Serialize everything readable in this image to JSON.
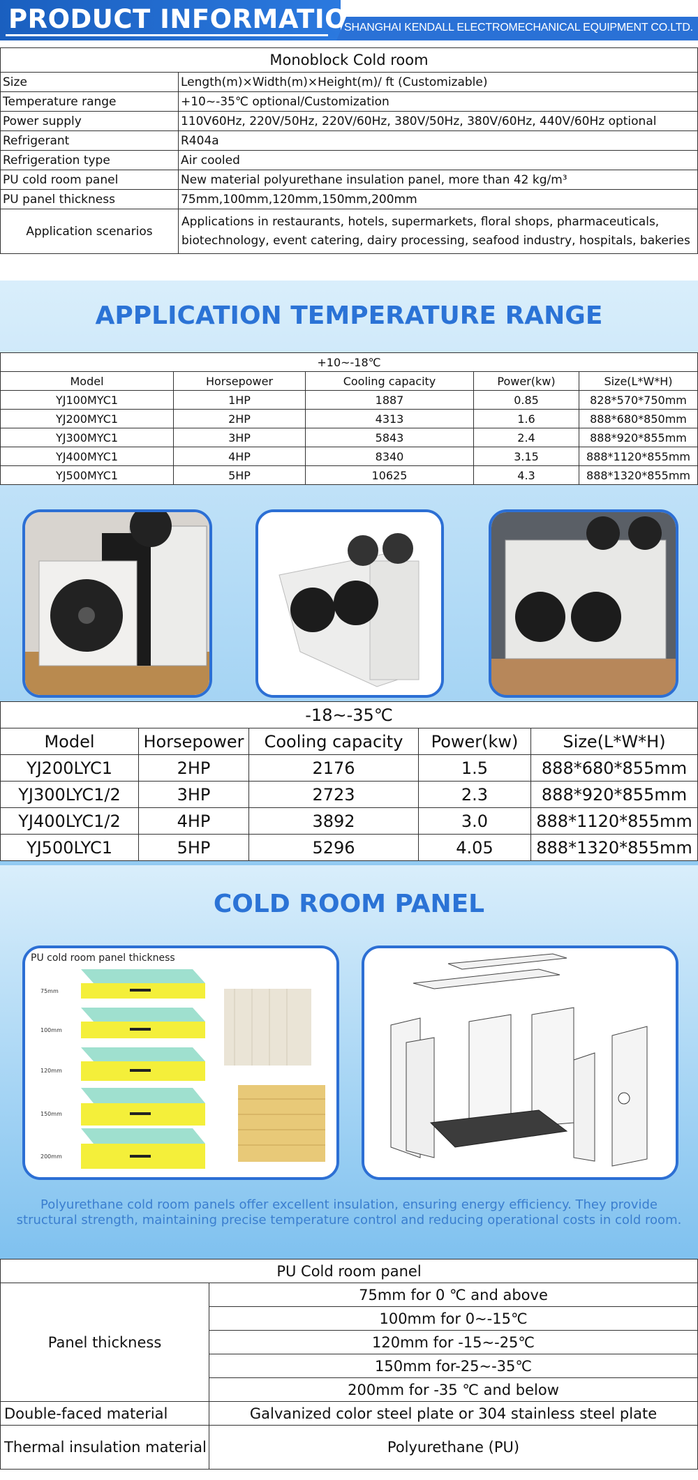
{
  "header": {
    "title": "PRODUCT INFORMATION",
    "company": "SHANGHAI KENDALL ELECTROMECHANICAL EQUIPMENT CO.LTD."
  },
  "spec": {
    "caption": "Monoblock  Cold room",
    "rows": [
      {
        "label": "Size",
        "value": "Length(m)×Width(m)×Height(m)/ ft (Customizable)"
      },
      {
        "label": "Temperature range",
        "value": "+10~-35℃ optional/Customization"
      },
      {
        "label": "Power supply",
        "value": "110V60Hz, 220V/50Hz, 220V/60Hz, 380V/50Hz, 380V/60Hz, 440V/60Hz optional"
      },
      {
        "label": "Refrigerant",
        "value": "R404a"
      },
      {
        "label": "Refrigeration type",
        "value": "Air cooled"
      },
      {
        "label": "PU cold room panel",
        "value": "New material polyurethane insulation panel, more than 42 kg/m³"
      },
      {
        "label": "PU panel thickness",
        "value": "75mm,100mm,120mm,150mm,200mm"
      }
    ],
    "app_label": "Application scenarios",
    "app_text": "Applications in restaurants, hotels, supermarkets, floral shops, pharmaceuticals, biotechnology, event catering, dairy processing, seafood industry, hospitals, bakeries"
  },
  "section_temp_title": "APPLICATION TEMPERATURE RANGE",
  "table1": {
    "range": "+10~-18℃",
    "headers": [
      "Model",
      "Horsepower",
      "Cooling capacity",
      "Power(kw)",
      "Size(L*W*H)"
    ],
    "rows": [
      [
        "YJ100MYC1",
        "1HP",
        "1887",
        "0.85",
        "828*570*750mm"
      ],
      [
        "YJ200MYC1",
        "2HP",
        "4313",
        "1.6",
        "888*680*850mm"
      ],
      [
        "YJ300MYC1",
        "3HP",
        "5843",
        "2.4",
        "888*920*855mm"
      ],
      [
        "YJ400MYC1",
        "4HP",
        "8340",
        "3.15",
        "888*1120*855mm"
      ],
      [
        "YJ500MYC1",
        "5HP",
        "10625",
        "4.3",
        "888*1320*855mm"
      ]
    ]
  },
  "table2": {
    "range": "-18~-35℃",
    "headers": [
      "Model",
      "Horsepower",
      "Cooling capacity",
      "Power(kw)",
      "Size(L*W*H)"
    ],
    "rows": [
      [
        "YJ200LYC1",
        "2HP",
        "2176",
        "1.5",
        "888*680*855mm"
      ],
      [
        "YJ300LYC1/2",
        "3HP",
        "2723",
        "2.3",
        "888*920*855mm"
      ],
      [
        "YJ400LYC1/2",
        "4HP",
        "3892",
        "3.0",
        "888*1120*855mm"
      ],
      [
        "YJ500LYC1",
        "5HP",
        "5296",
        "4.05",
        "888*1320*855mm"
      ]
    ]
  },
  "section_panel_title": "COLD ROOM PANEL",
  "panel_image": {
    "caption": "PU cold room panel thickness",
    "labels": [
      "75mm",
      "100mm",
      "120mm",
      "150mm",
      "200mm"
    ]
  },
  "panel_description": "Polyurethane cold room panels offer excellent insulation, ensuring energy efficiency. They provide structural strength, maintaining precise temperature control and reducing operational costs in cold room.",
  "pu_table": {
    "caption": "PU Cold room panel",
    "thickness_label": "Panel thickness",
    "thickness_values": [
      "75mm for 0 ℃ and above",
      "100mm for 0~-15℃",
      "120mm for -15~-25℃",
      "150mm for-25~-35℃",
      "200mm for -35 ℃ and below"
    ],
    "rows": [
      {
        "label": "Double-faced material",
        "value": "Galvanized color steel plate or 304 stainless steel plate"
      },
      {
        "label": "Thermal insulation material",
        "value": "Polyurethane (PU)"
      }
    ]
  },
  "colors": {
    "brand_blue": "#2b73d6",
    "band_light": "#d9eefb",
    "band_dark": "#7fc1ef",
    "panel_yellow": "#f4ef3a",
    "panel_teal": "#9fe0cf"
  }
}
